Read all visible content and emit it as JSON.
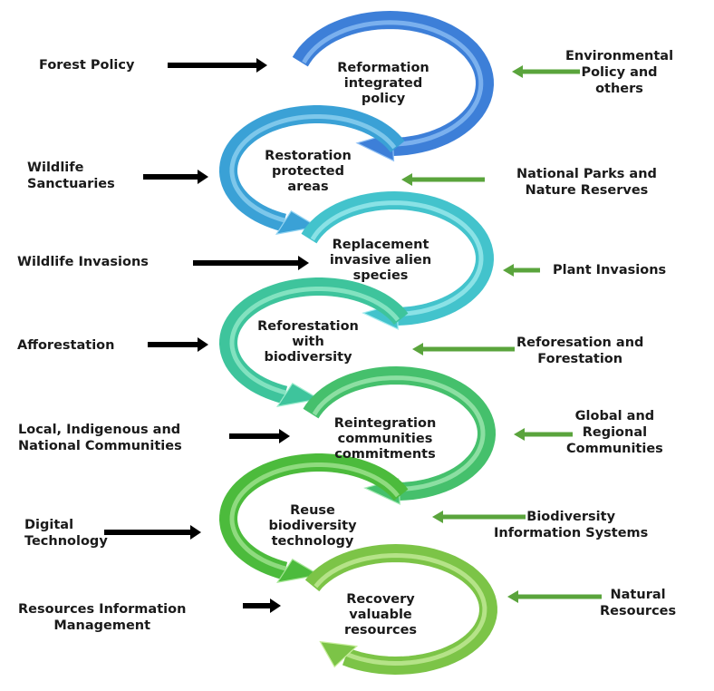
{
  "stages": [
    {
      "lines": [
        "Reformation",
        "integrated",
        "policy"
      ],
      "color": "#3d7fd8",
      "highlight": "#8fc0f5"
    },
    {
      "lines": [
        "Restoration",
        "protected",
        "areas"
      ],
      "color": "#3aa1d6",
      "highlight": "#94d4f2"
    },
    {
      "lines": [
        "Replacement",
        "invasive alien",
        "species"
      ],
      "color": "#43c3cc",
      "highlight": "#a2ecef"
    },
    {
      "lines": [
        "Reforestation",
        "with",
        "biodiversity"
      ],
      "color": "#3ec49c",
      "highlight": "#9aeccc"
    },
    {
      "lines": [
        "Reintegration",
        "communities",
        "commitments"
      ],
      "color": "#45c06c",
      "highlight": "#a4eab4"
    },
    {
      "lines": [
        "Reuse",
        "biodiversity",
        "technology"
      ],
      "color": "#4cbb3c",
      "highlight": "#a6e696"
    },
    {
      "lines": [
        "Recovery",
        "valuable",
        "resources"
      ],
      "color": "#7cc447",
      "highlight": "#c8ee9e"
    }
  ],
  "left_inputs": [
    {
      "lines": [
        "Forest Policy"
      ]
    },
    {
      "lines": [
        "Wildlife",
        "Sanctuaries"
      ]
    },
    {
      "lines": [
        "Wildlife Invasions"
      ]
    },
    {
      "lines": [
        "Afforestation"
      ]
    },
    {
      "lines": [
        "Local, Indigenous and",
        "National Communities"
      ]
    },
    {
      "lines": [
        "Digital",
        "Technology"
      ]
    },
    {
      "lines": [
        "Resources Information",
        "Management"
      ]
    }
  ],
  "right_inputs": [
    {
      "lines": [
        "Environmental",
        "Policy and",
        "others"
      ]
    },
    {
      "lines": [
        "National Parks and",
        "Nature Reserves"
      ]
    },
    {
      "lines": [
        "Plant Invasions"
      ]
    },
    {
      "lines": [
        "Reforesation and",
        "Forestation"
      ]
    },
    {
      "lines": [
        "Global and",
        "Regional",
        "Communities"
      ]
    },
    {
      "lines": [
        "Biodiversity",
        "Information Systems"
      ]
    },
    {
      "lines": [
        "Natural",
        "Resources"
      ]
    }
  ],
  "colors": {
    "left_arrow": "#000000",
    "right_arrow": "#5aa43c",
    "text": "#1a1a1a",
    "background": "#ffffff"
  }
}
